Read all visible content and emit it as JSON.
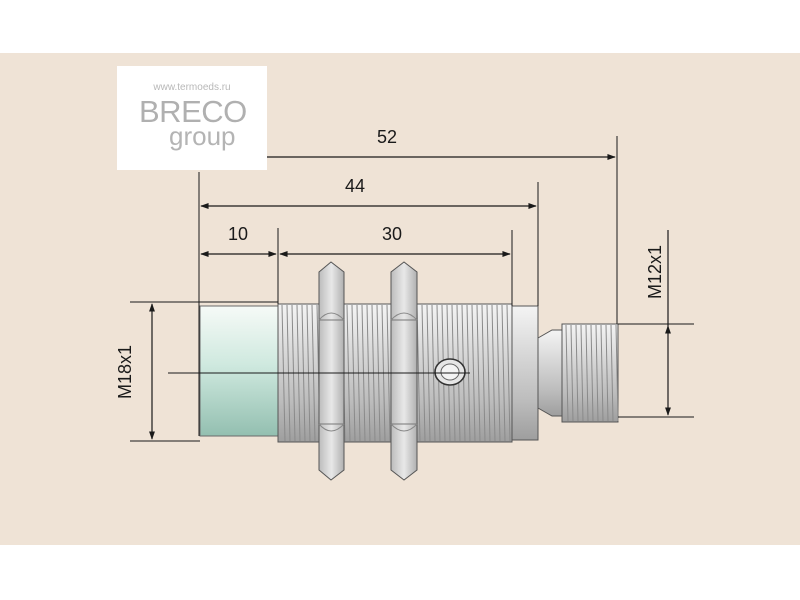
{
  "logo": {
    "url": "www.termoeds.ru",
    "brand": "BRECO",
    "sub": "group"
  },
  "dimensions": {
    "total_length": "52",
    "body_length": "44",
    "sensing_face": "10",
    "thread_length": "30",
    "body_thread": "M18x1",
    "connector_thread": "M12x1"
  },
  "colors": {
    "background": "#efe3d6",
    "sensing_face": "#c9e6da",
    "metal": "#d2d2d2",
    "line": "#1a1a1a"
  }
}
